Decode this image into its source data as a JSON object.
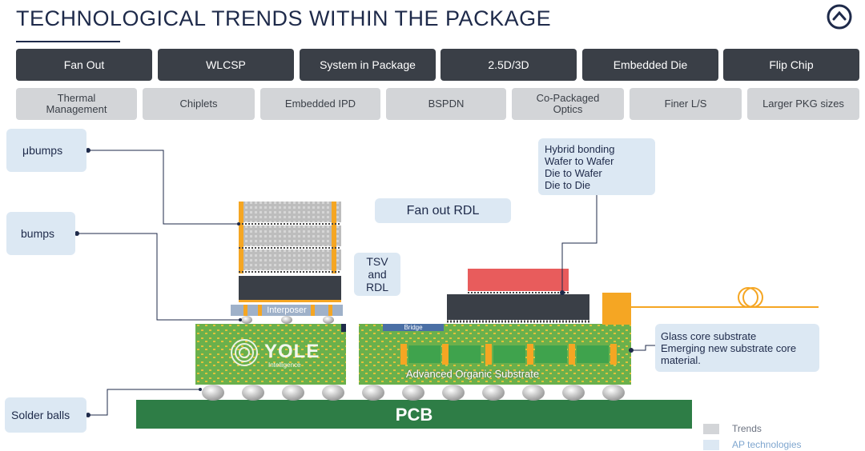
{
  "header": {
    "title": "TECHNOLOGICAL TRENDS WITHIN THE PACKAGE"
  },
  "ap_technologies": [
    "Fan Out",
    "WLCSP",
    "System in Package",
    "2.5D/3D",
    "Embedded Die",
    "Flip Chip"
  ],
  "trends": [
    "Thermal\nManagement",
    "Chiplets",
    "Embedded IPD",
    "BSPDN",
    "Co-Packaged\nOptics",
    "Finer L/S",
    "Larger PKG sizes"
  ],
  "callouts": {
    "ubumps": "μbumps",
    "bumps": "bumps",
    "solder_balls": "Solder balls",
    "fan_out_rdl": "Fan out RDL",
    "tsv_rdl": "TSV\nand\nRDL",
    "hybrid_bonding": "Hybrid bonding\nWafer to Wafer\nDie to Wafer\nDie to Die",
    "glass_core": "Glass core substrate\nEmerging new substrate core\nmaterial."
  },
  "diagram_labels": {
    "interposer": "Interposer",
    "bridge": "Bridge",
    "substrate": "Advanced Organic Substrate",
    "pcb": "PCB",
    "watermark": "YOLE",
    "watermark_sub": "Intelligence"
  },
  "legend": {
    "trends": "Trends",
    "ap": "AP technologies"
  },
  "colors": {
    "dark_box": "#3a3f47",
    "light_box": "#d3d5d8",
    "callout_bg": "#dce8f3",
    "pcb_green": "#2e7d46",
    "substrate_green": "#6ab04c",
    "accent_orange": "#f5a623",
    "hybrid_red": "#e85c5c",
    "navy": "#1e2a4a"
  }
}
